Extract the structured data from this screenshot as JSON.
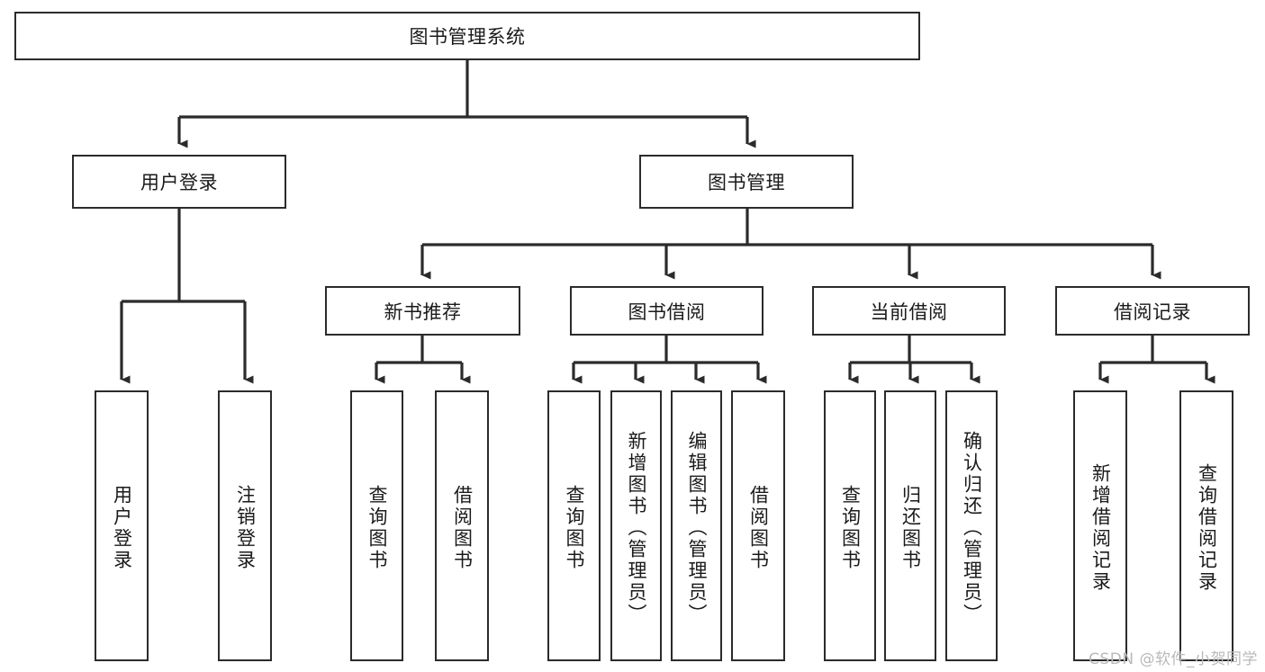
{
  "diagram": {
    "type": "tree",
    "title": "图书管理系统",
    "orientation": "top-down",
    "stroke_color": "#2b2b2b",
    "fill_color": "#ffffff",
    "levels": 4
  },
  "root": {
    "label": "图书管理系统"
  },
  "level2": [
    {
      "label": "用户登录"
    },
    {
      "label": "图书管理"
    }
  ],
  "level3": [
    {
      "label": "新书推荐"
    },
    {
      "label": "图书借阅"
    },
    {
      "label": "当前借阅"
    },
    {
      "label": "借阅记录"
    }
  ],
  "leaves": {
    "user_login": [
      {
        "label": "用户登录"
      },
      {
        "label": "注销登录"
      }
    ],
    "new_book_recommend": [
      {
        "label": "查询图书"
      },
      {
        "label": "借阅图书"
      }
    ],
    "book_borrow": [
      {
        "label": "查询图书"
      },
      {
        "label": "新增图书（管理员）"
      },
      {
        "label": "编辑图书（管理员）"
      },
      {
        "label": "借阅图书"
      }
    ],
    "current_borrow": [
      {
        "label": "查询图书"
      },
      {
        "label": "归还图书"
      },
      {
        "label": "确认归还（管理员）"
      }
    ],
    "borrow_record": [
      {
        "label": "新增借阅记录"
      },
      {
        "label": "查询借阅记录"
      }
    ]
  },
  "watermark": {
    "text": "CSDN @软件_小贺同学"
  }
}
